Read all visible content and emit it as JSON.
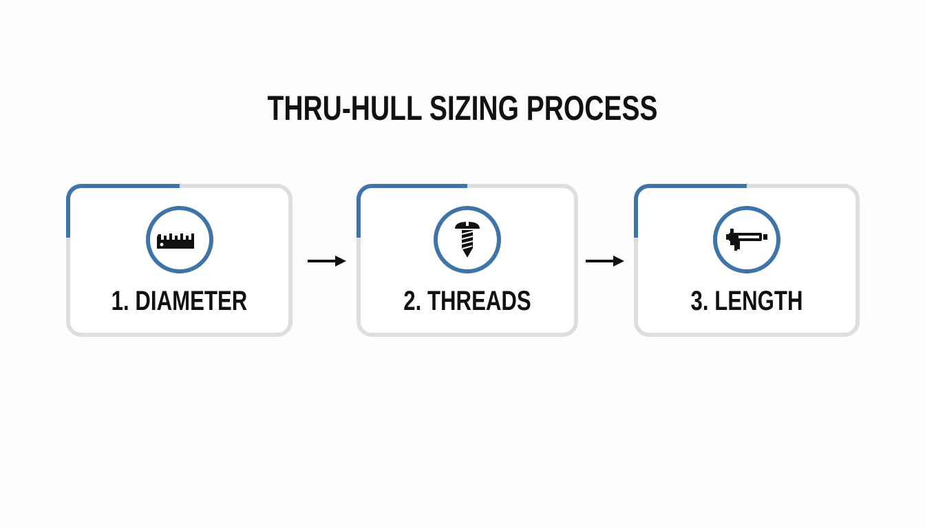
{
  "title": "THRU-HULL SIZING PROCESS",
  "colors": {
    "accent": "#3f74a8",
    "border": "#dcdee0",
    "text": "#111111"
  },
  "steps": [
    {
      "label": "1. DIAMETER",
      "icon": "ruler-icon"
    },
    {
      "label": "2. THREADS",
      "icon": "screw-icon"
    },
    {
      "label": "3. LENGTH",
      "icon": "caliper-icon"
    }
  ],
  "connectors": [
    "arrow-right-icon",
    "arrow-right-icon"
  ]
}
